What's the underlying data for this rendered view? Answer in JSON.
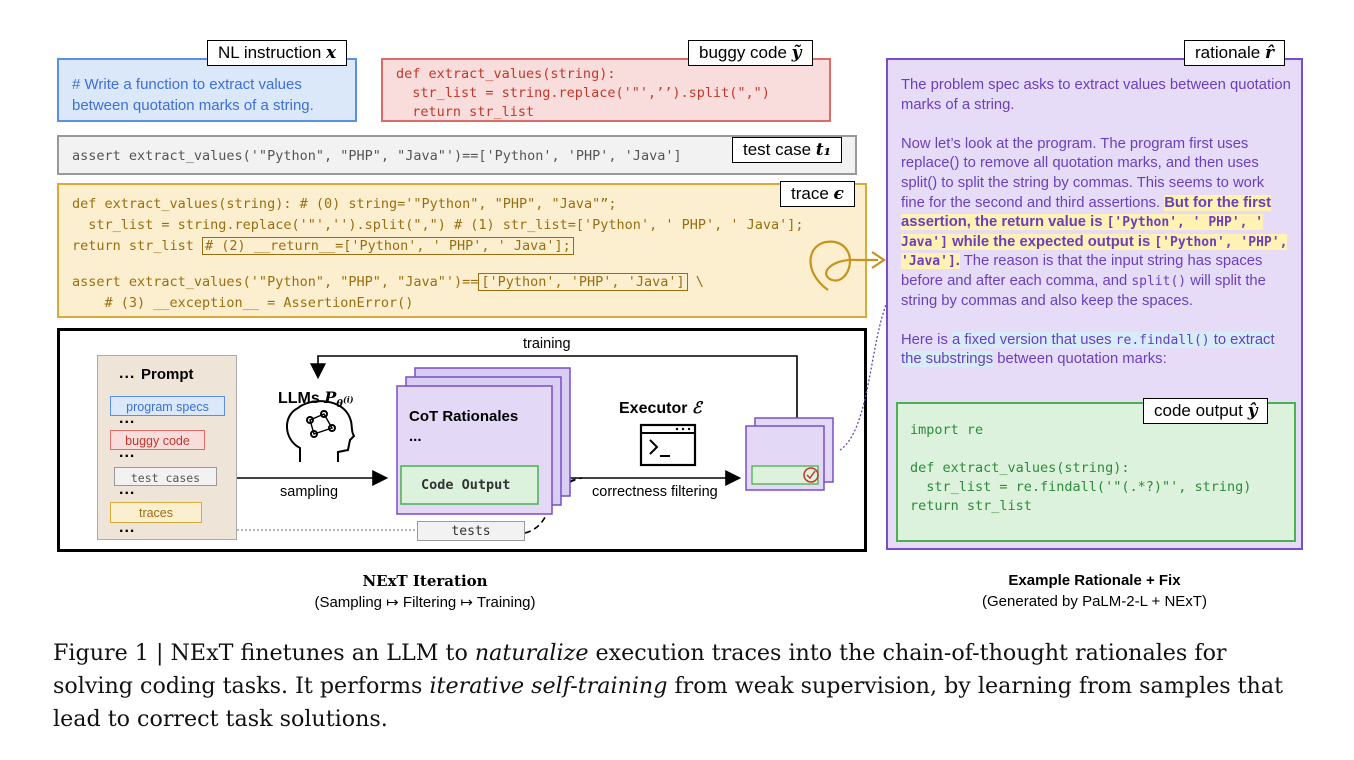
{
  "nl": {
    "tag": "NL instruction",
    "tag_sym": "x",
    "text": "# Write a function to extract values between quotation marks of a string."
  },
  "buggy": {
    "tag": "buggy code",
    "tag_sym": "ỹ",
    "lines": [
      "def extract_values(string):",
      "  str_list = string.replace('\"',’’).split(\",\")",
      "  return str_list"
    ]
  },
  "testcase": {
    "tag": "test case",
    "tag_sym": "t₁",
    "text": "assert extract_values('\"Python\", \"PHP\", \"Java\"')==['Python', 'PHP', 'Java']"
  },
  "trace": {
    "tag": "trace",
    "tag_sym": "ϵ",
    "line1": "def extract_values(string): # (0) string='\"Python\", \"PHP\", \"Java\"”;",
    "line2": "  str_list = string.replace('\"','').split(\",\") # (1) str_list=['Python', ' PHP', ' Java'];",
    "line3_pre": "return str_list ",
    "line3_hl": "# (2) __return__=['Python', ' PHP', ' Java'];",
    "line4_pre": "assert extract_values('\"Python\", \"PHP\", \"Java\"')==",
    "line4_hl": "['Python', 'PHP', 'Java']",
    "line4_post": " \\",
    "line5": "    # (3) __exception__ = AssertionError()"
  },
  "iteration": {
    "training": "training",
    "prompt_title": "Prompt",
    "dots": "...",
    "program_specs": "program specs",
    "buggy_code": "buggy code",
    "test_cases": "test cases",
    "traces": "traces",
    "llms": "LLMs",
    "sampling": "sampling",
    "cot_title": "CoT Rationales",
    "cot_dots": "...",
    "code_output": "Code Output",
    "executor": "Executor",
    "executor_sym": "ℰ",
    "correctness_filtering": "correctness filtering",
    "tests": "tests",
    "caption_title": "NExT Iteration",
    "caption_sub": "(Sampling ↦ Filtering ↦ Training)"
  },
  "rationale": {
    "tag": "rationale",
    "tag_sym": "r̂",
    "p1": "The problem spec asks to extract values between quotation marks of a string.",
    "p2a": "Now let’s look at the program. The program first uses ",
    "p2b": "replace()",
    "p2c": " to remove all quotation marks, and then uses ",
    "p2d": "split()",
    "p2e": " to split the string by commas. This seems to work fine for the second and third assertions. ",
    "p2f": "But for the first assertion, the return value is ",
    "p2g": "['Python', ' PHP', ' Java']",
    "p2h": " while the expected output is ",
    "p2i": "['Python', 'PHP', 'Java']",
    "p2j": ".",
    "p2k": " The reason is that the input string has spaces before and after each comma, and ",
    "p2l": "split()",
    "p2m": " will split the string by commas and also keep the spaces.",
    "p3a": "Here is ",
    "p3b": "a fixed version that uses ",
    "p3c": "re.findall()",
    "p3d": " to extract the substrings",
    "p3e": " between quotation marks:",
    "code_tag": "code output",
    "code_tag_sym": "ŷ",
    "code": [
      "import re",
      "",
      "def extract_values(string):",
      "  str_list = re.findall('\"(.*?)\"', string)",
      "return str_list"
    ],
    "caption_title": "Example Rationale + Fix",
    "caption_sub": "(Generated by PaLM-2-L + NExT)"
  },
  "figure_caption": {
    "a": "Figure 1 | NExT finetunes an LLM to ",
    "b": "naturalize",
    "c": " execution traces into the chain-of-thought rationales for solving coding tasks. It performs ",
    "d": "iterative self-training",
    "e": " from weak supervision, by learning from samples that lead to correct task solutions."
  },
  "colors": {
    "nl": "#5b8fe6",
    "buggy": "#e06a66",
    "trace": "#d9a93a",
    "rationale": "#7a4dc9",
    "code": "#4caf50"
  }
}
